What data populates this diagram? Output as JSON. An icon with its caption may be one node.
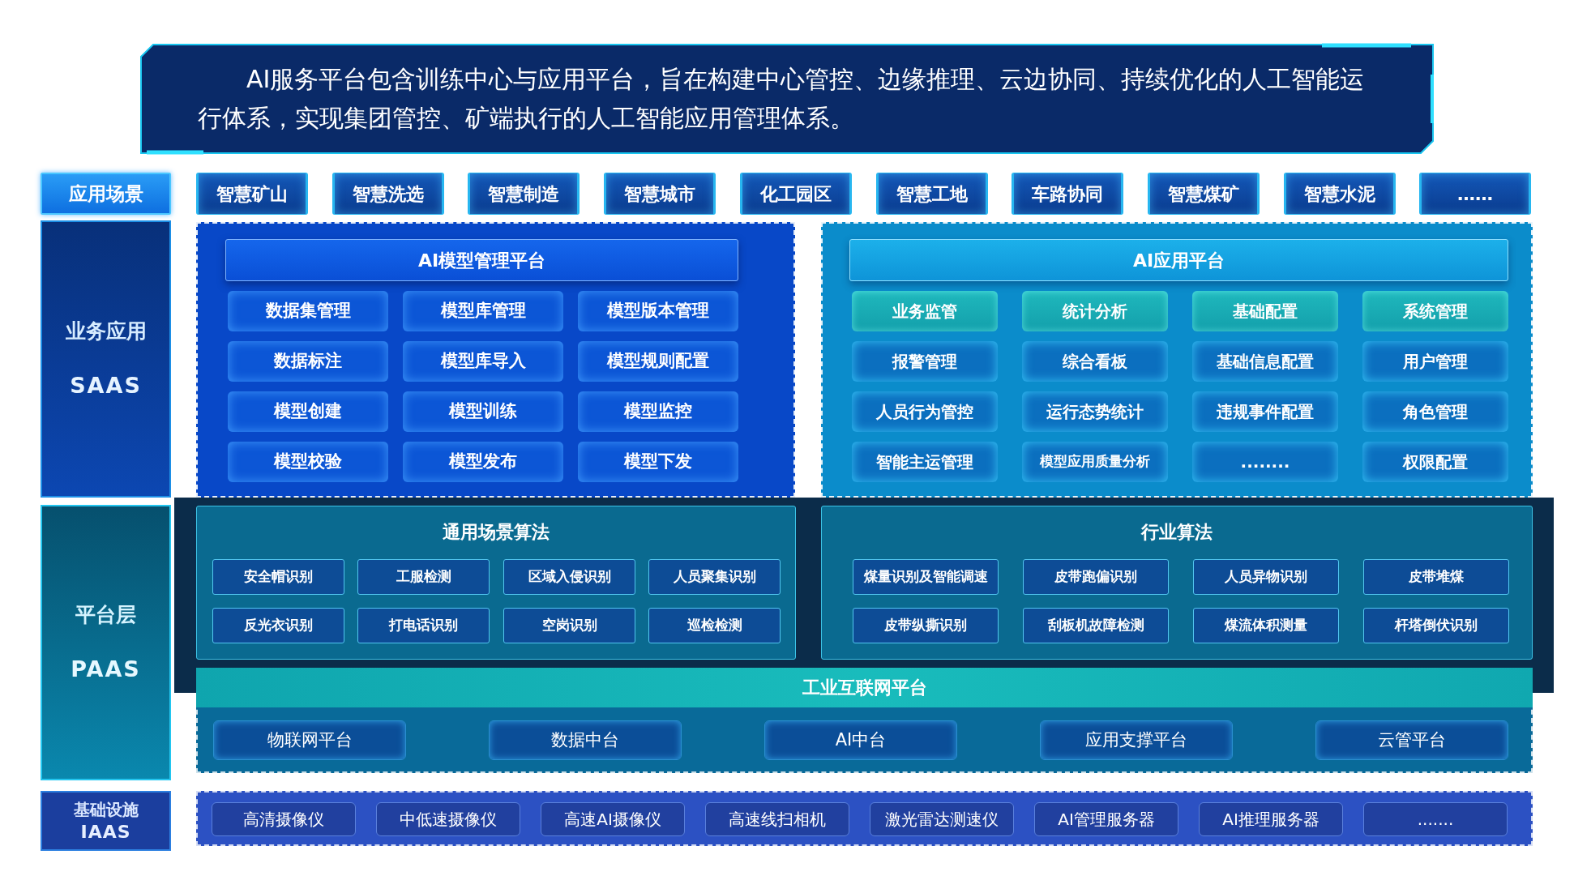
{
  "diagram": {
    "nodes": [
      {
        "text": [
          "AI服务平台包含训练中心与应用平台，旨在构建中心管控、边缘推理、云边协同、持续优化的人工智能运行体系，实现集团管控、矿端执行的人工智能应用管理体系。"
        ]
      },
      {
        "text": [
          "应用场景"
        ]
      },
      {
        "text": [
          "智慧矿山"
        ]
      },
      {
        "text": [
          "智慧洗选"
        ]
      },
      {
        "text": [
          "智慧制造"
        ]
      },
      {
        "text": [
          "智慧城市"
        ]
      },
      {
        "text": [
          "化工园区"
        ]
      },
      {
        "text": [
          "智慧工地"
        ]
      },
      {
        "text": [
          "车路协同"
        ]
      },
      {
        "text": [
          "智慧煤矿"
        ]
      },
      {
        "text": [
          "智慧水泥"
        ]
      },
      {
        "text": [
          "……"
        ]
      },
      {
        "text": [
          "业务应用",
          "SAAS"
        ]
      },
      {
        "text": [
          "AI模型管理平台"
        ]
      },
      {
        "text": [
          "数据集管理"
        ],
        "in": 13
      },
      {
        "text": [
          "模型库管理"
        ],
        "in": 13
      },
      {
        "text": [
          "模型版本管理"
        ],
        "in": 13
      },
      {
        "text": [
          "数据标注"
        ],
        "in": 13
      },
      {
        "text": [
          "模型库导入"
        ],
        "in": 13
      },
      {
        "text": [
          "模型规则配置"
        ],
        "in": 13
      },
      {
        "text": [
          "模型创建"
        ],
        "in": 13
      },
      {
        "text": [
          "模型训练"
        ],
        "in": 13
      },
      {
        "text": [
          "模型监控"
        ],
        "in": 13
      },
      {
        "text": [
          "模型校验"
        ],
        "in": 13
      },
      {
        "text": [
          "模型发布"
        ],
        "in": 13
      },
      {
        "text": [
          "模型下发"
        ],
        "in": 13
      },
      {
        "text": [
          "AI应用平台"
        ]
      },
      {
        "text": [
          "业务监管"
        ],
        "in": 26
      },
      {
        "text": [
          "统计分析"
        ],
        "in": 26
      },
      {
        "text": [
          "基础配置"
        ],
        "in": 26
      },
      {
        "text": [
          "系统管理"
        ],
        "in": 26
      },
      {
        "text": [
          "报警管理"
        ],
        "in": 26
      },
      {
        "text": [
          "综合看板"
        ],
        "in": 26
      },
      {
        "text": [
          "基础信息配置"
        ],
        "in": 26
      },
      {
        "text": [
          "用户管理"
        ],
        "in": 26
      },
      {
        "text": [
          "人员行为管控"
        ],
        "in": 26
      },
      {
        "text": [
          "运行态势统计"
        ],
        "in": 26
      },
      {
        "text": [
          "违规事件配置"
        ],
        "in": 26
      },
      {
        "text": [
          "角色管理"
        ],
        "in": 26
      },
      {
        "text": [
          "智能主运管理"
        ],
        "in": 26
      },
      {
        "text": [
          "模型应用质量分析"
        ],
        "in": 26
      },
      {
        "text": [
          "........"
        ],
        "in": 26
      },
      {
        "text": [
          "权限配置"
        ],
        "in": 26
      },
      {
        "text": [
          "平台层",
          "PAAS"
        ]
      },
      {
        "text": [
          "通用场景算法"
        ]
      },
      {
        "text": [
          "安全帽识别"
        ],
        "in": 44
      },
      {
        "text": [
          "工服检测"
        ],
        "in": 44
      },
      {
        "text": [
          "区域入侵识别"
        ],
        "in": 44
      },
      {
        "text": [
          "人员聚集识别"
        ],
        "in": 44
      },
      {
        "text": [
          "反光衣识别"
        ],
        "in": 44
      },
      {
        "text": [
          "打电话识别"
        ],
        "in": 44
      },
      {
        "text": [
          "空岗识别"
        ],
        "in": 44
      },
      {
        "text": [
          "巡检检测"
        ],
        "in": 44
      },
      {
        "text": [
          "行业算法"
        ]
      },
      {
        "text": [
          "煤量识别及智能调速"
        ],
        "in": 53
      },
      {
        "text": [
          "皮带跑偏识别"
        ],
        "in": 53
      },
      {
        "text": [
          "人员异物识别"
        ],
        "in": 53
      },
      {
        "text": [
          "皮带堆煤"
        ],
        "in": 53
      },
      {
        "text": [
          "皮带纵撕识别"
        ],
        "in": 53
      },
      {
        "text": [
          "刮板机故障检测"
        ],
        "in": 53
      },
      {
        "text": [
          "煤流体积测量"
        ],
        "in": 53
      },
      {
        "text": [
          "杆塔倒伏识别"
        ],
        "in": 53
      },
      {
        "text": [
          "工业互联网平台"
        ]
      },
      {
        "text": [
          "物联网平台"
        ],
        "in": 62
      },
      {
        "text": [
          "数据中台"
        ],
        "in": 62
      },
      {
        "text": [
          "AI中台"
        ],
        "in": 62
      },
      {
        "text": [
          "应用支撑平台"
        ],
        "in": 62
      },
      {
        "text": [
          "云管平台"
        ],
        "in": 62
      },
      {
        "text": [
          "基础设施",
          "IAAS"
        ]
      },
      {
        "text": [],
        "shape": "box"
      },
      {
        "text": [
          "高清摄像仪"
        ],
        "in": 69
      },
      {
        "text": [
          "中低速摄像仪"
        ],
        "in": 69
      },
      {
        "text": [
          "高速AI摄像仪"
        ],
        "in": 69
      },
      {
        "text": [
          "高速线扫相机"
        ],
        "in": 69
      },
      {
        "text": [
          "激光雷达测速仪"
        ],
        "in": 69
      },
      {
        "text": [
          "AI管理服务器"
        ],
        "in": 69
      },
      {
        "text": [
          "AI推理服务器"
        ],
        "in": 69
      },
      {
        "text": [
          "......."
        ],
        "in": 69
      }
    ]
  }
}
